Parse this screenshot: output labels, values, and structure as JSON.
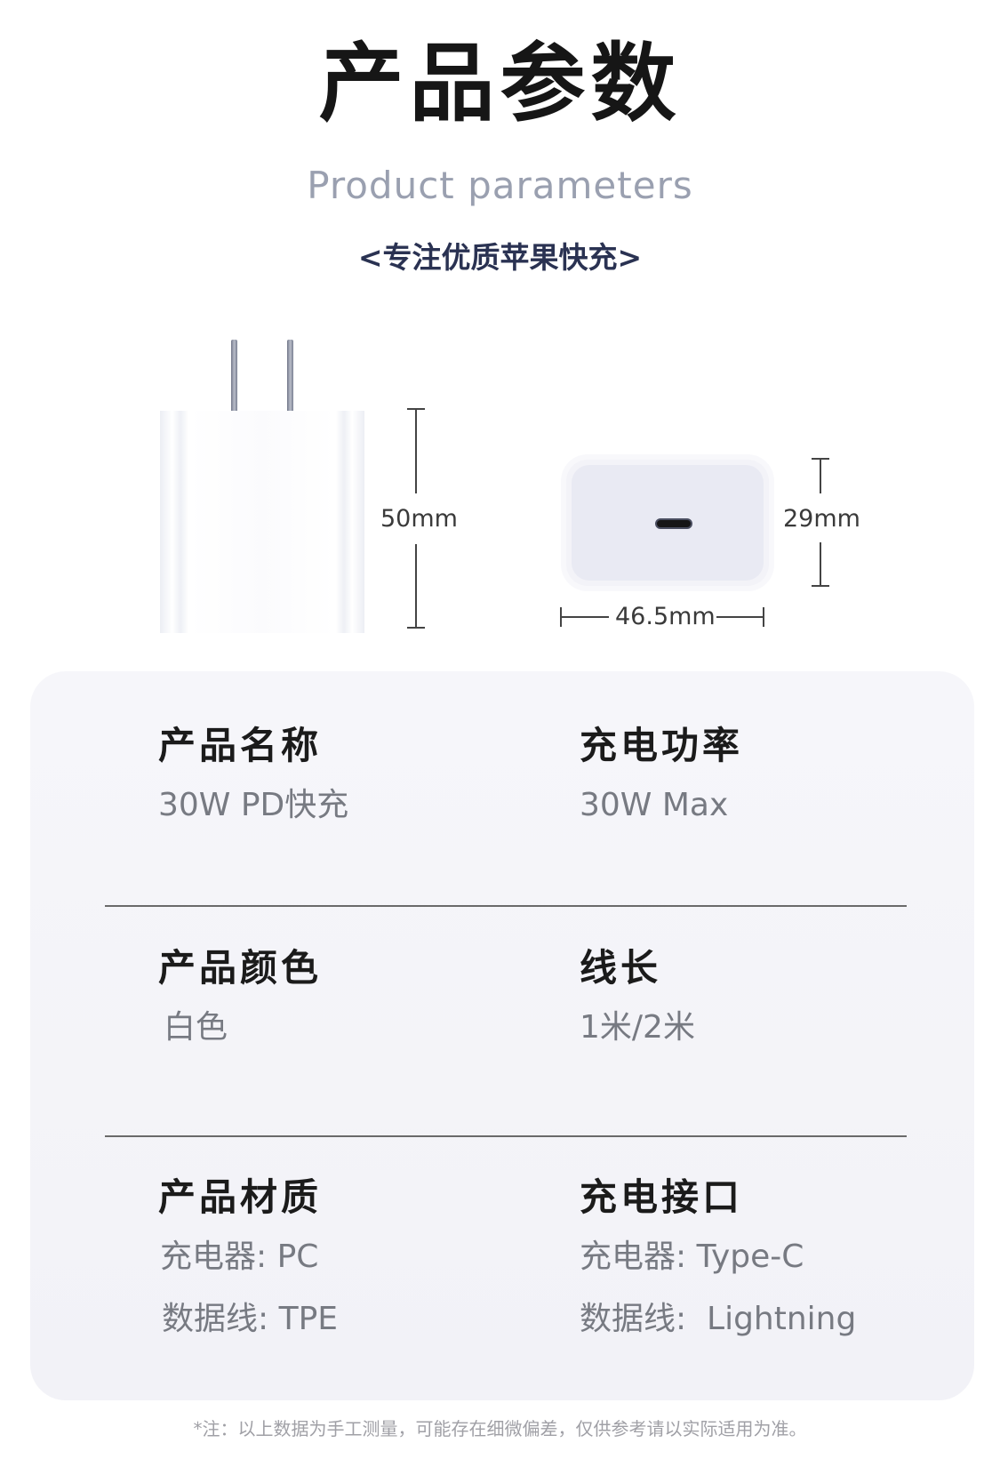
{
  "header": {
    "title_zh": "产品参数",
    "title_en": "Product parameters",
    "tagline": "<专注优质苹果快充>"
  },
  "dimensions": {
    "height": "50mm",
    "depth": "29mm",
    "width": "46.5mm"
  },
  "specs": [
    {
      "label": "产品名称",
      "values": [
        "30W PD快充"
      ]
    },
    {
      "label": "充电功率",
      "values": [
        "30W Max"
      ]
    },
    {
      "label": "产品颜色",
      "values": [
        "白色"
      ]
    },
    {
      "label": "线长",
      "values": [
        "1米/2米"
      ]
    },
    {
      "label": "产品材质",
      "values": [
        "充电器: PC",
        "数据线: TPE"
      ]
    },
    {
      "label": "充电接口",
      "values": [
        "充电器: Type-C",
        "数据线:  Lightning"
      ]
    }
  ],
  "footnote": "*注：以上数据为手工测量，可能存在细微偏差，仅供参考请以实际适用为准。",
  "colors": {
    "title": "#161616",
    "subtitle": "#9aa0b0",
    "tagline": "#2a3252",
    "card_bg": "#f4f4f8",
    "value_text": "#777a82"
  }
}
